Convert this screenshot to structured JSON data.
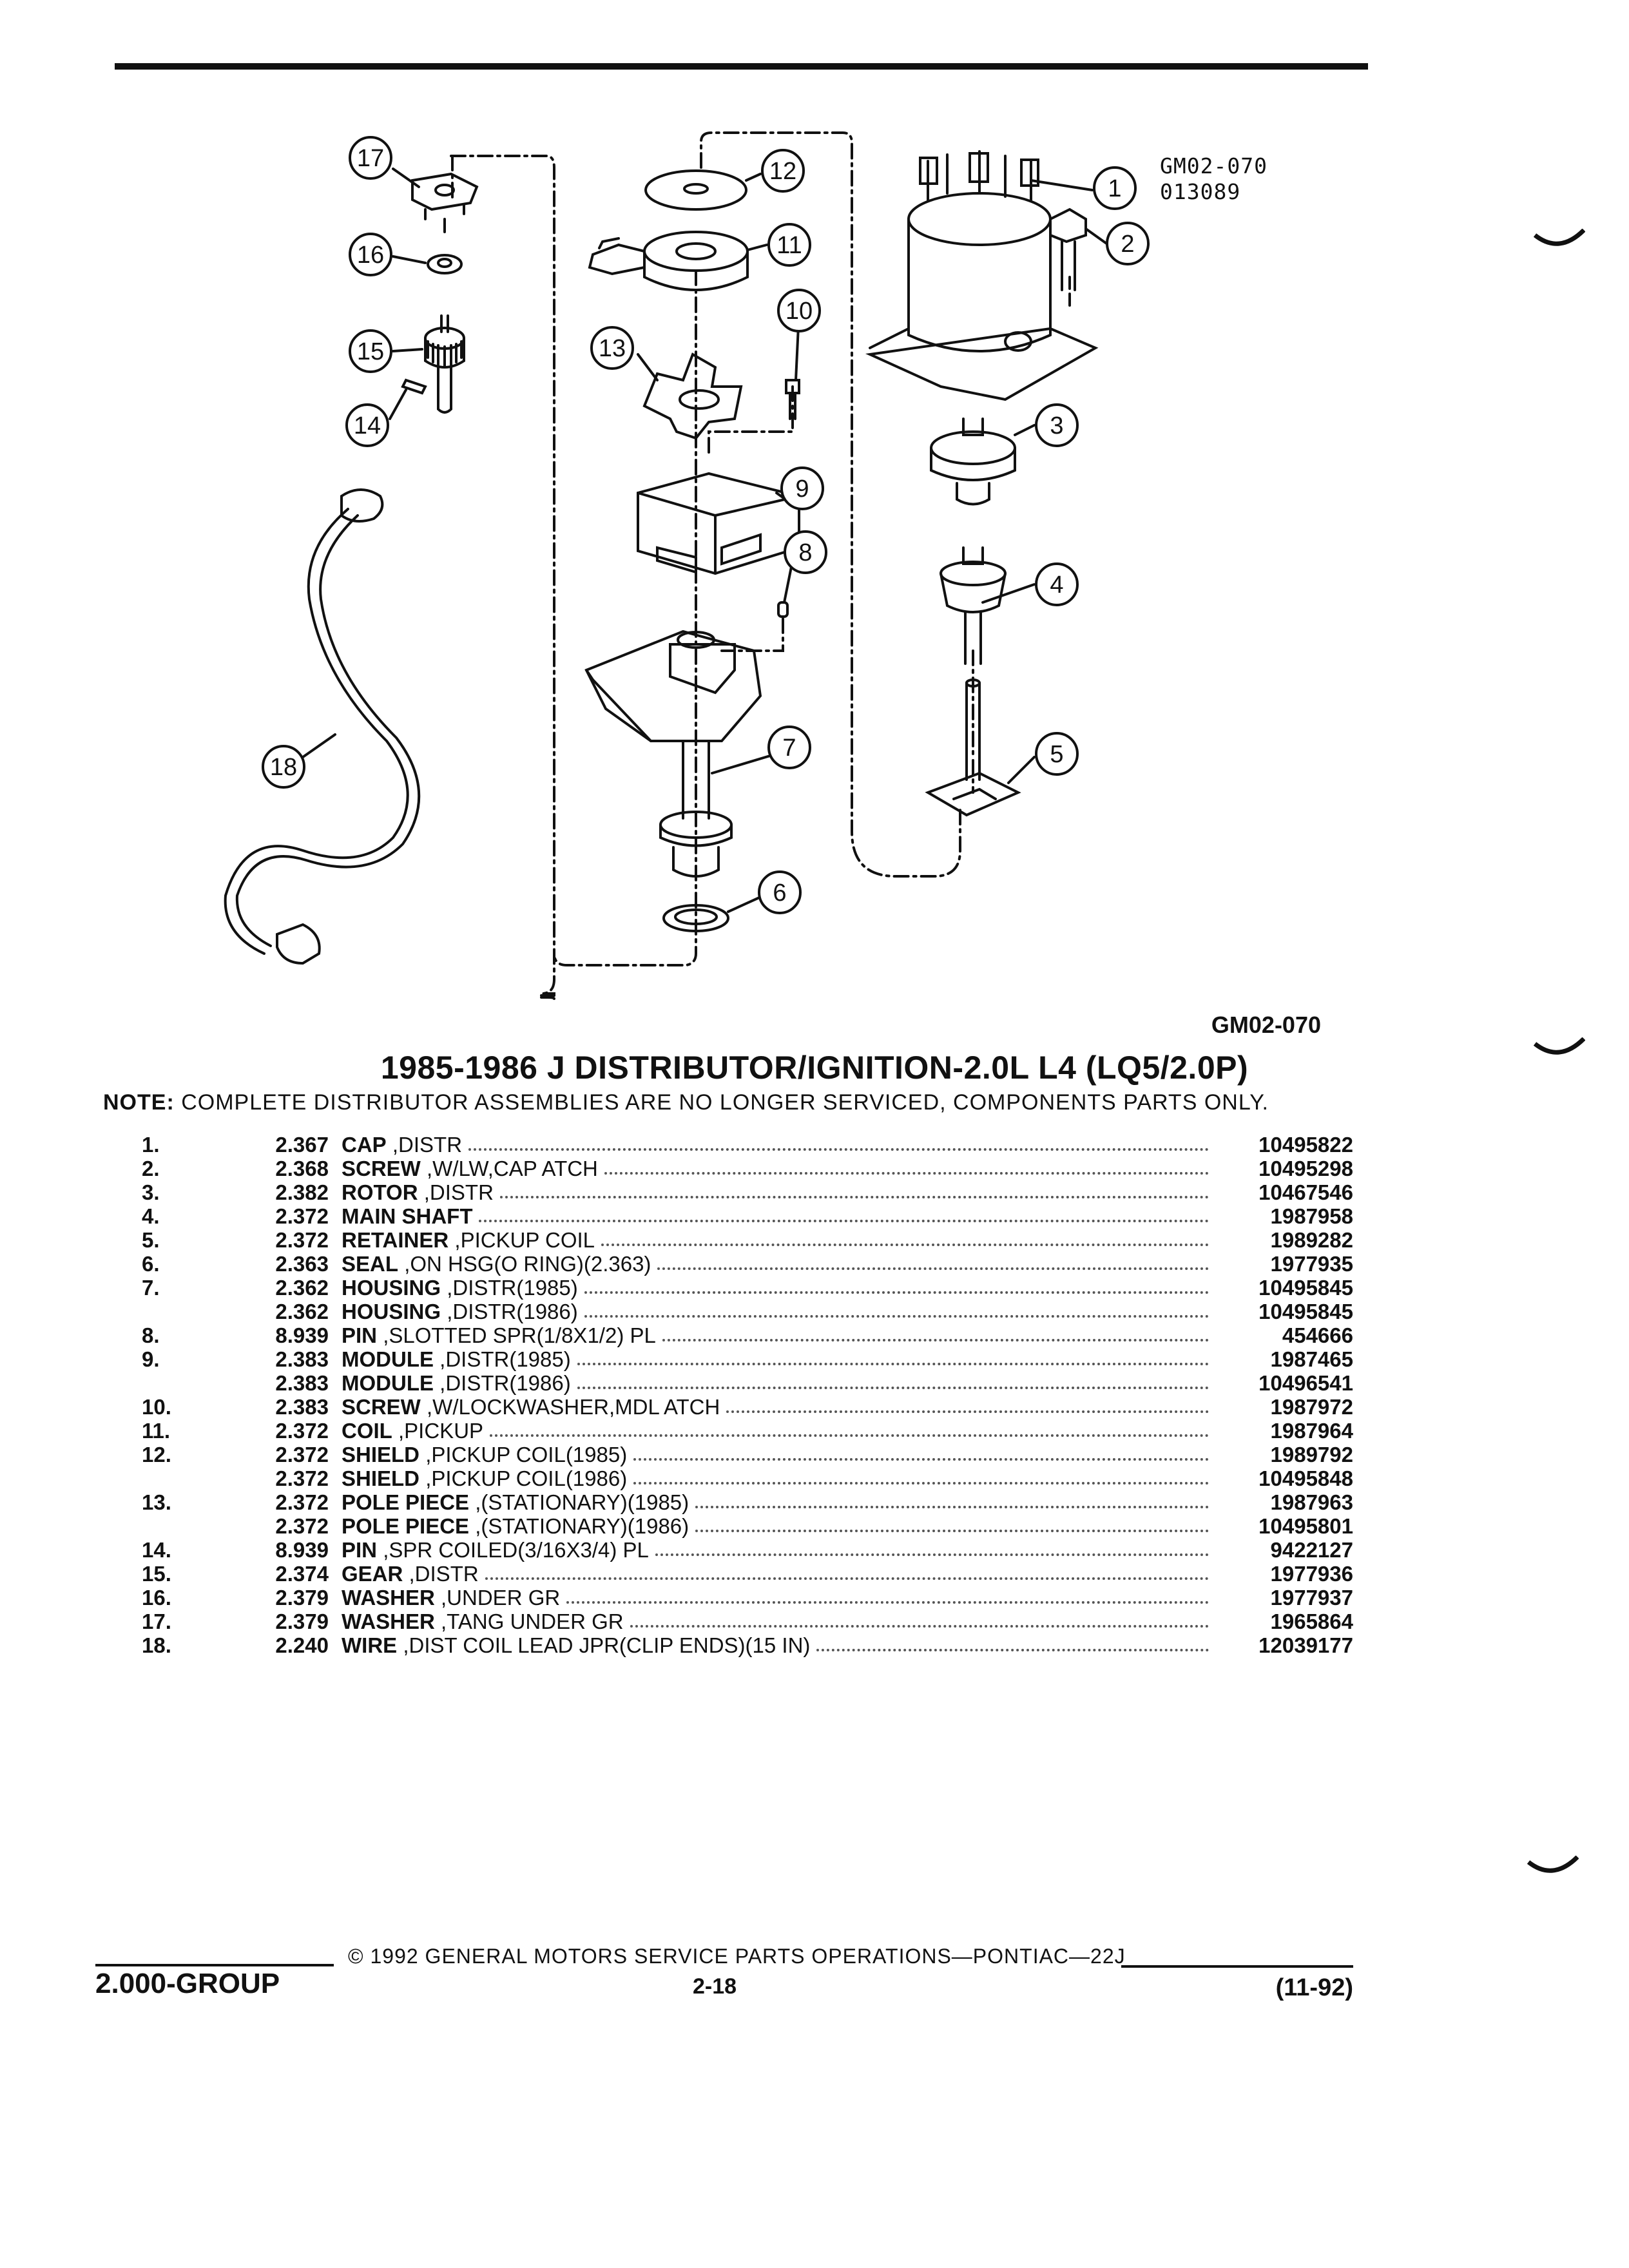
{
  "ref_code": [
    "GM02-070",
    "013089"
  ],
  "figure_code": "GM02-070",
  "title": "1985-1986 J DISTRIBUTOR/IGNITION-2.0L L4 (LQ5/2.0P)",
  "note": {
    "label": "NOTE:",
    "text": "COMPLETE DISTRIBUTOR ASSEMBLIES ARE NO LONGER SERVICED, COMPONENTS PARTS ONLY."
  },
  "callouts": [
    "1",
    "2",
    "3",
    "4",
    "5",
    "6",
    "7",
    "8",
    "9",
    "10",
    "11",
    "12",
    "13",
    "14",
    "15",
    "16",
    "17",
    "18"
  ],
  "parts": [
    {
      "num": "1.",
      "group": "2.367",
      "name": "CAP",
      "desc": ",DISTR",
      "pn": "10495822"
    },
    {
      "num": "2.",
      "group": "2.368",
      "name": "SCREW",
      "desc": ",W/LW,CAP ATCH",
      "pn": "10495298"
    },
    {
      "num": "3.",
      "group": "2.382",
      "name": "ROTOR",
      "desc": ",DISTR",
      "pn": "10467546"
    },
    {
      "num": "4.",
      "group": "2.372",
      "name": "MAIN SHAFT",
      "desc": "",
      "pn": "1987958"
    },
    {
      "num": "5.",
      "group": "2.372",
      "name": "RETAINER",
      "desc": ",PICKUP COIL",
      "pn": "1989282"
    },
    {
      "num": "6.",
      "group": "2.363",
      "name": "SEAL",
      "desc": ",ON HSG(O RING)(2.363)",
      "pn": "1977935"
    },
    {
      "num": "7.",
      "group": "2.362",
      "name": "HOUSING",
      "desc": ",DISTR(1985)",
      "pn": "10495845"
    },
    {
      "num": "",
      "group": "2.362",
      "name": "HOUSING",
      "desc": ",DISTR(1986)",
      "pn": "10495845"
    },
    {
      "num": "8.",
      "group": "8.939",
      "name": "PIN",
      "desc": ",SLOTTED SPR(1/8X1/2) PL",
      "pn": "454666"
    },
    {
      "num": "9.",
      "group": "2.383",
      "name": "MODULE",
      "desc": ",DISTR(1985)",
      "pn": "1987465"
    },
    {
      "num": "",
      "group": "2.383",
      "name": "MODULE",
      "desc": ",DISTR(1986)",
      "pn": "10496541"
    },
    {
      "num": "10.",
      "group": "2.383",
      "name": "SCREW",
      "desc": ",W/LOCKWASHER,MDL ATCH",
      "pn": "1987972"
    },
    {
      "num": "11.",
      "group": "2.372",
      "name": "COIL",
      "desc": ",PICKUP",
      "pn": "1987964"
    },
    {
      "num": "12.",
      "group": "2.372",
      "name": "SHIELD",
      "desc": ",PICKUP COIL(1985)",
      "pn": "1989792"
    },
    {
      "num": "",
      "group": "2.372",
      "name": "SHIELD",
      "desc": ",PICKUP COIL(1986)",
      "pn": "10495848"
    },
    {
      "num": "13.",
      "group": "2.372",
      "name": "POLE PIECE",
      "desc": ",(STATIONARY)(1985)",
      "pn": "1987963"
    },
    {
      "num": "",
      "group": "2.372",
      "name": "POLE PIECE",
      "desc": ",(STATIONARY)(1986)",
      "pn": "10495801"
    },
    {
      "num": "14.",
      "group": "8.939",
      "name": "PIN",
      "desc": ",SPR COILED(3/16X3/4) PL",
      "pn": "9422127"
    },
    {
      "num": "15.",
      "group": "2.374",
      "name": "GEAR",
      "desc": ",DISTR",
      "pn": "1977936"
    },
    {
      "num": "16.",
      "group": "2.379",
      "name": "WASHER",
      "desc": ",UNDER GR",
      "pn": "1977937"
    },
    {
      "num": "17.",
      "group": "2.379",
      "name": "WASHER",
      "desc": ",TANG UNDER GR",
      "pn": "1965864"
    },
    {
      "num": "18.",
      "group": "2.240",
      "name": "WIRE",
      "desc": ",DIST COIL LEAD JPR(CLIP ENDS)(15 IN)",
      "pn": "12039177"
    }
  ],
  "footer": {
    "group": "2.000-GROUP",
    "copyright": "© 1992 GENERAL MOTORS SERVICE PARTS OPERATIONS—PONTIAC—22J",
    "page": "2-18",
    "date": "(11-92)"
  }
}
